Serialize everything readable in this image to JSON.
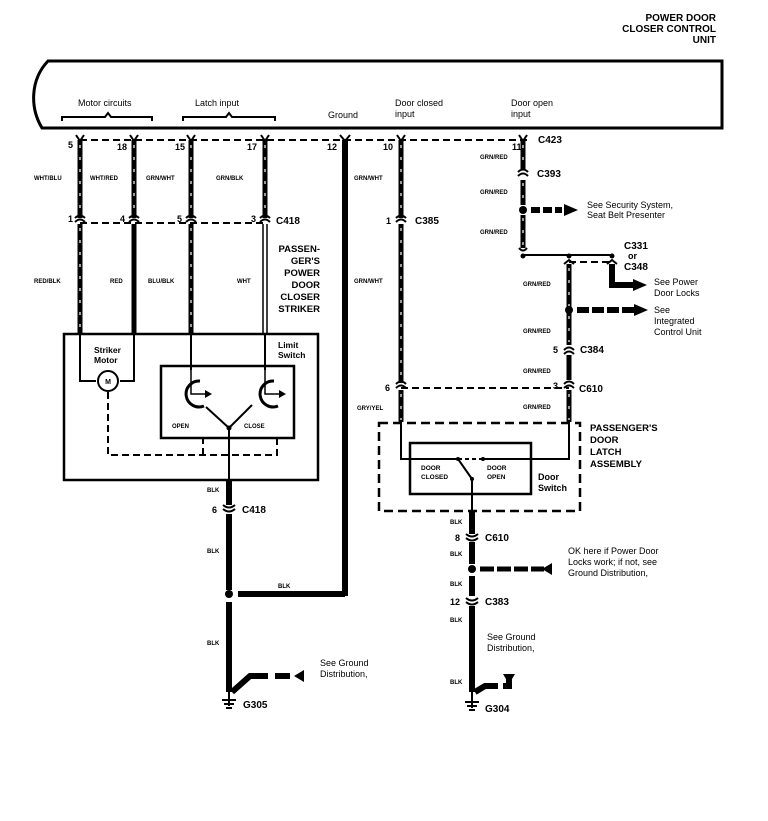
{
  "title": {
    "lines": [
      "POWER DOOR",
      "CLOSER CONTROL",
      "UNIT"
    ]
  },
  "control_unit": {
    "groups": {
      "motor_circuits": "Motor circuits",
      "latch_input": "Latch input",
      "ground": "Ground",
      "door_closed": [
        "Door closed",
        "input"
      ],
      "door_open": [
        "Door open",
        "input"
      ]
    },
    "connector": "C423",
    "pins": [
      "5",
      "18",
      "15",
      "17",
      "12",
      "10",
      "11"
    ]
  },
  "wires_upper": [
    "WHT/BLU",
    "WHT/RED",
    "GRN/WHT",
    "GRN/BLK",
    "GRN/WHT",
    "GRN/RED",
    "GRN/RED",
    "GRN/RED"
  ],
  "c418_top": {
    "connector": "C418",
    "pins": [
      "1",
      "4",
      "5",
      "3"
    ]
  },
  "wires_lower": [
    "RED/BLK",
    "RED",
    "BLU/BLK",
    "WHT",
    "GRN/WHT"
  ],
  "striker": {
    "title": [
      "PASSEN-",
      "GER'S",
      "POWER",
      "DOOR",
      "CLOSER",
      "STRIKER"
    ],
    "motor_label": [
      "Striker",
      "Motor"
    ],
    "motor_symbol": "M",
    "limit_label": [
      "Limit",
      "Switch"
    ],
    "open": "OPEN",
    "close": "CLOSE"
  },
  "c385": {
    "pin": "1",
    "connector": "C385"
  },
  "c393": {
    "connector": "C393"
  },
  "security_ref": [
    "See Security System,",
    "Seat Belt Presenter"
  ],
  "c331": [
    "C331",
    "or",
    "C348"
  ],
  "power_locks_ref": [
    "See Power",
    "Door Locks"
  ],
  "icu_ref": [
    "See",
    "Integrated",
    "Control Unit"
  ],
  "c384": {
    "pin": "5",
    "connector": "C384",
    "wire_above": "GRN/RED",
    "wire_below": "GRN/RED"
  },
  "c610_top": {
    "pin_left": "6",
    "pin_right": "3",
    "connector": "C610",
    "wire_left": "GRY/YEL",
    "wire_right": "GRN/RED"
  },
  "latch_assembly": {
    "title": [
      "PASSENGER'S",
      "DOOR",
      "LATCH",
      "ASSEMBLY"
    ],
    "closed": [
      "DOOR",
      "CLOSED"
    ],
    "open": [
      "DOOR",
      "OPEN"
    ],
    "switch_label": [
      "Door",
      "Switch"
    ]
  },
  "left_ground": {
    "wire": "BLK",
    "c418": {
      "pin": "6",
      "connector": "C418"
    },
    "joint_wire": "BLK",
    "ref": [
      "See Ground",
      "Distribution,"
    ],
    "ground": "G305"
  },
  "right_ground": {
    "wire": "BLK",
    "c610": {
      "pin": "8",
      "connector": "C610"
    },
    "ok_note": [
      "OK here if Power Door",
      "Locks work; if not, see",
      "Ground Distribution,"
    ],
    "c383": {
      "pin": "12",
      "connector": "C383"
    },
    "ref": [
      "See Ground",
      "Distribution,"
    ],
    "ground": "G304"
  }
}
